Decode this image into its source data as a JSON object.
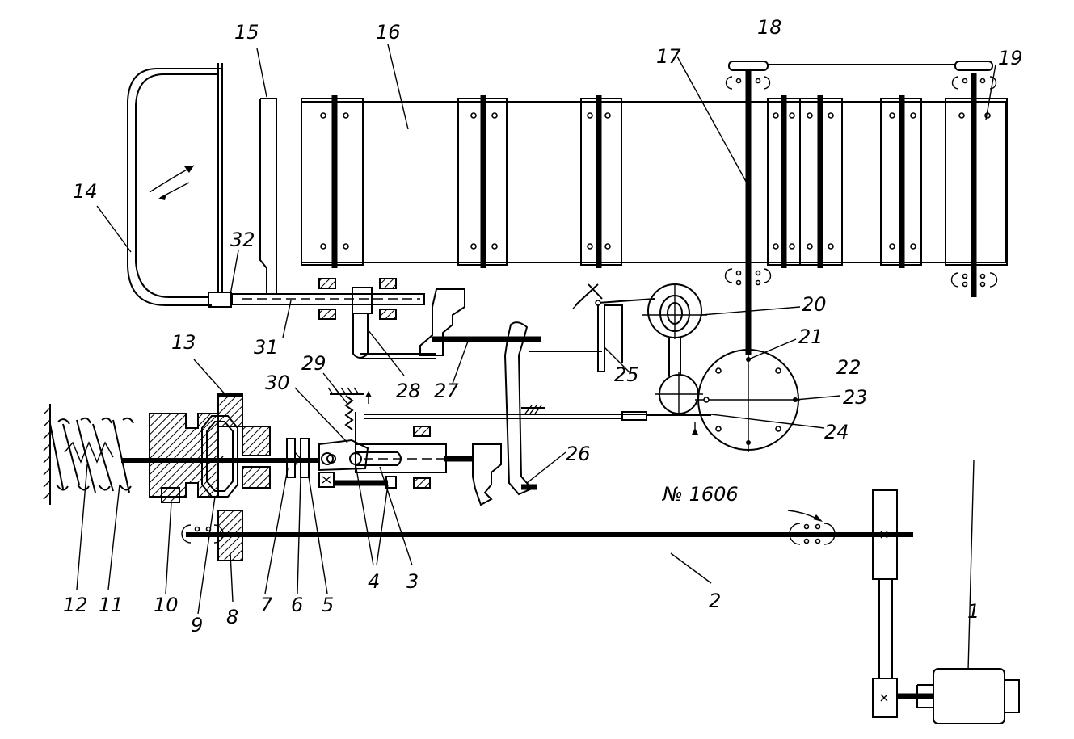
{
  "diagram": {
    "callouts": [
      "1",
      "2",
      "3",
      "4",
      "5",
      "6",
      "7",
      "8",
      "9",
      "10",
      "11",
      "12",
      "13",
      "14",
      "15",
      "16",
      "17",
      "18",
      "19",
      "20",
      "21",
      "22",
      "23",
      "24",
      "25",
      "26",
      "27",
      "28",
      "29",
      "30",
      "31",
      "32"
    ],
    "figure_number": "№ 1606"
  }
}
